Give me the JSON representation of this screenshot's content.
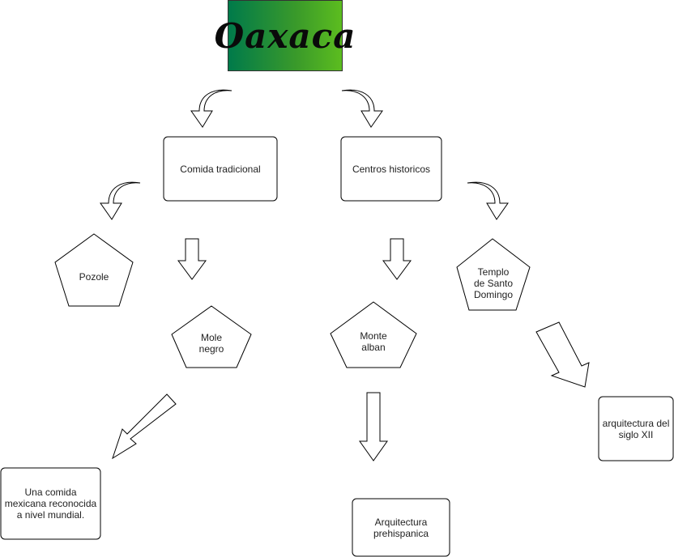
{
  "title": "Oaxaca",
  "nodes": {
    "comida": "Comida tradicional",
    "centros": "Centros historicos",
    "pozole": "Pozole",
    "mole": "Mole\nnegro",
    "monte": "Monte\nalban",
    "templo": "Templo\nde Santo\nDomingo",
    "comida_desc": "Una comida\nmexicana reconocida\na nivel mundial.",
    "arq_prehisp": "Arquitectura\nprehispanica",
    "arq_siglo": "arquitectura del\nsiglo XII"
  },
  "colors": {
    "title_start": "#007a4a",
    "title_end": "#5cbd1f",
    "stroke": "#000000"
  }
}
